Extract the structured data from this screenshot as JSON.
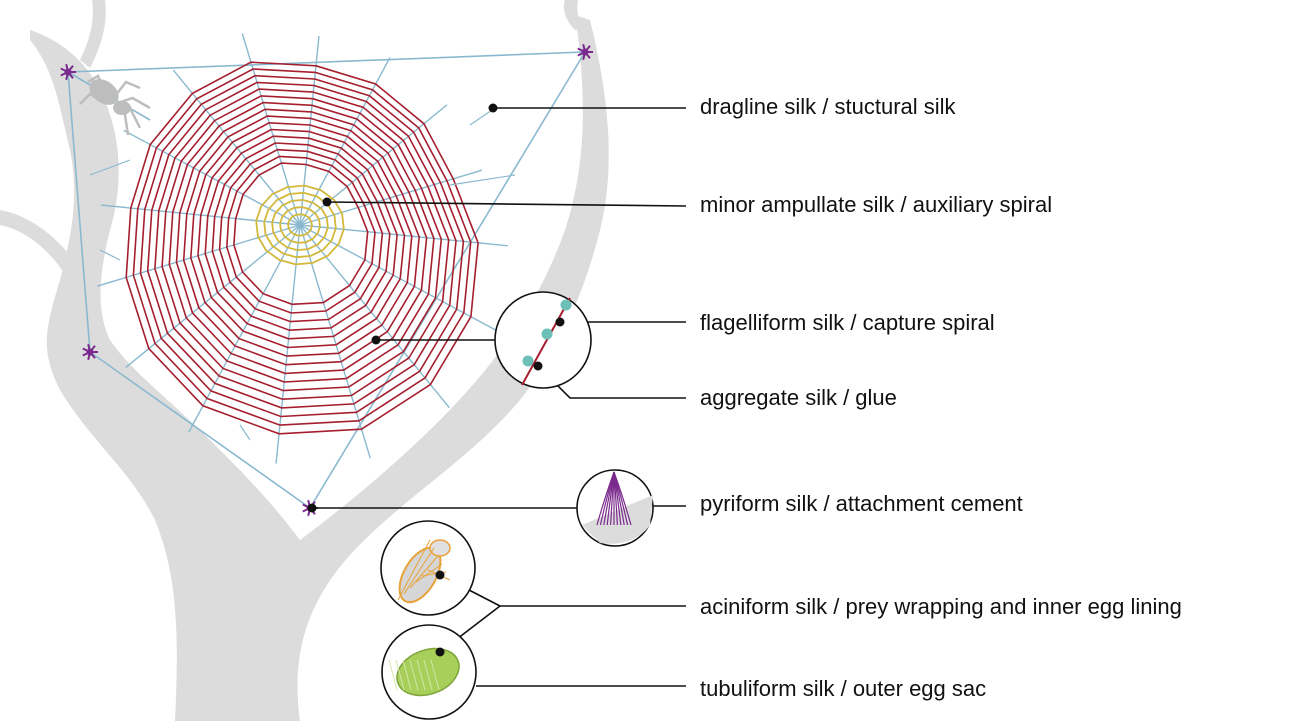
{
  "labels": {
    "dragline": "dragline silk / stuctural silk",
    "minor": "minor ampullate silk / auxiliary spiral",
    "flagelliform": "flagelliform silk / capture spiral",
    "aggregate": "aggregate silk / glue",
    "pyriform": "pyriform silk / attachment cement",
    "aciniform": "aciniform silk / prey wrapping and inner egg lining",
    "tubuliform": "tubuliform silk / outer egg sac"
  },
  "colors": {
    "branch": "#dcdcdc",
    "frame": "#8ab9cf",
    "capture_spiral": "#a51f2e",
    "aux_spiral": "#d4b83a",
    "glue": "#6cc0b8",
    "attachment": "#7a2a8c",
    "prey_wrap": "#e8a23a",
    "egg_sac": "#a7cf5a",
    "leader": "#111111"
  }
}
